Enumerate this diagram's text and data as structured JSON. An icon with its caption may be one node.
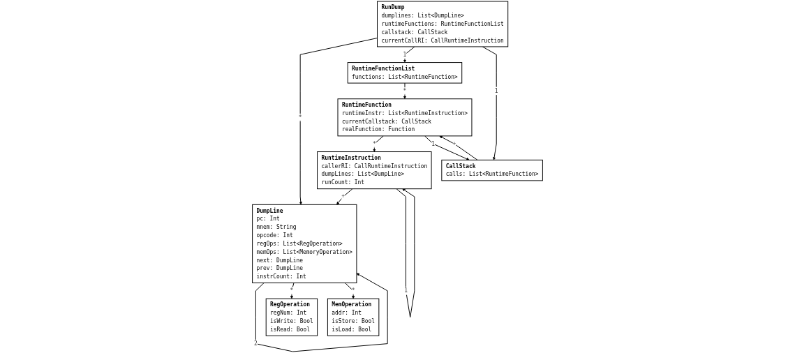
{
  "diagram": {
    "nodes": [
      {
        "text": [
          "RunDump",
          "dumplines: List<DumpLine>",
          "runtimeFunctions: RuntimeFunctionList",
          "callstack: CallStack",
          "currentCallRI: CallRuntimeInstruction"
        ]
      },
      {
        "text": [
          "DumpLine",
          "pc: Int",
          "mnem: String",
          "opcode: Int",
          "regOps: List<RegOperation>",
          "memOps: List<MemoryOperation>",
          "next: DumpLine",
          "prev: DumpLine",
          "instrCount: Int"
        ]
      },
      {
        "text": [
          "RegOperation",
          "regNum: Int",
          "isWrite: Bool",
          "isRead: Bool"
        ]
      },
      {
        "text": [
          "MemOperation",
          "addr: Int",
          "isStore: Bool",
          "isLoad: Bool"
        ]
      },
      {
        "text": [
          "RuntimeFunctionList",
          "functions: List<RuntimeFunction>"
        ]
      },
      {
        "text": [
          "RuntimeFunction",
          "runtimeInstr: List<RuntimeInstruction>",
          "currentCallstack: CallStack",
          "realFunction: Function"
        ]
      },
      {
        "text": [
          "RuntimeInstruction",
          "callerRI: CallRuntimeInstruction",
          "dumpLines: List<DumpLine>",
          "runCount: Int"
        ]
      },
      {
        "text": [
          "CallStack",
          "calls: List<RuntimeFunction>"
        ]
      }
    ],
    "edges": [
      {
        "from": 0,
        "to": 1,
        "arrow": "to",
        "label": "*"
      },
      {
        "from": 0,
        "to": 4,
        "arrow": "to",
        "label": "1"
      },
      {
        "from": 0,
        "to": 7,
        "arrow": "to",
        "label": "1"
      },
      {
        "from": 1,
        "to": 1,
        "arrow": "to",
        "label": "2"
      },
      {
        "from": 1,
        "to": 2,
        "arrow": "to",
        "label": "*"
      },
      {
        "from": 1,
        "to": 3,
        "arrow": "to",
        "label": "*"
      },
      {
        "from": 4,
        "to": 5,
        "arrow": "to",
        "label": "*"
      },
      {
        "from": 5,
        "to": 6,
        "arrow": "to",
        "label": "*"
      },
      {
        "from": 5,
        "to": 7,
        "arrow": "to",
        "label": "1"
      },
      {
        "from": 7,
        "to": 5,
        "arrow": "to",
        "label": "+"
      },
      {
        "from": 6,
        "to": 1,
        "arrow": "to",
        "label": "+"
      },
      {
        "from": 6,
        "to": 6,
        "arrow": "to",
        "label": "1"
      }
    ]
  }
}
